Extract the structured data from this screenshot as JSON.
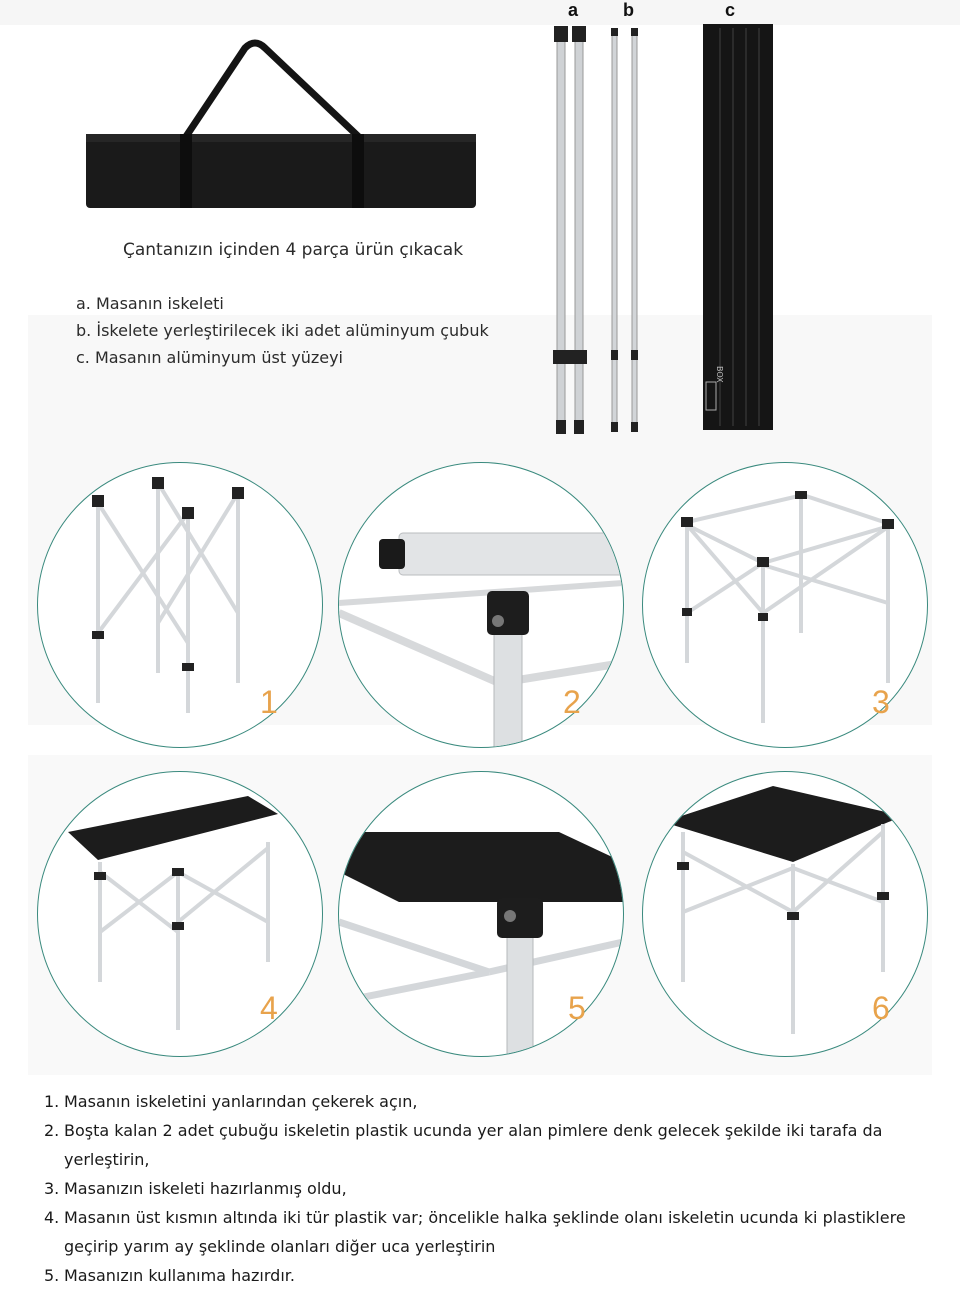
{
  "intro": "Çantanızın içinden 4 parça ürün çıkacak",
  "parts": [
    {
      "marker": "a.",
      "text": "Masanın iskeleti"
    },
    {
      "marker": "b.",
      "text": "İskelete yerleştirilecek iki adet alüminyum çubuk"
    },
    {
      "marker": "c.",
      "text": "Masanın alüminyum üst yüzeyi"
    }
  ],
  "part_labels": {
    "a": "a",
    "b": "b",
    "c": "c"
  },
  "product_box_logo": "BOX",
  "step_images": [
    "1",
    "2",
    "3",
    "4",
    "5",
    "6"
  ],
  "steps": [
    {
      "n": "1.",
      "text": "Masanın iskeletini yanlarından  çekerek açın,"
    },
    {
      "n": "2.",
      "text": "Boşta kalan 2 adet çubuğu iskeletin plastik ucunda yer alan pimlere denk gelecek şekilde iki tarafa da yerleştirin,"
    },
    {
      "n": "3.",
      "text": "Masanızın iskeleti hazırlanmış oldu,"
    },
    {
      "n": "4.",
      "text": "Masanın üst kısmın altında iki tür plastik var; öncelikle halka şeklinde olanı iskeletin ucunda ki plastiklere geçirip yarım ay şeklinde olanları diğer uca yerleştirin"
    },
    {
      "n": "5.",
      "text": "Masanızın kullanıma hazırdır."
    }
  ],
  "colors": {
    "circle_border": "#3a8a7e",
    "step_number": "#e8a34c",
    "table_top": "#1c1c1c",
    "frame": "#d8dadc"
  }
}
